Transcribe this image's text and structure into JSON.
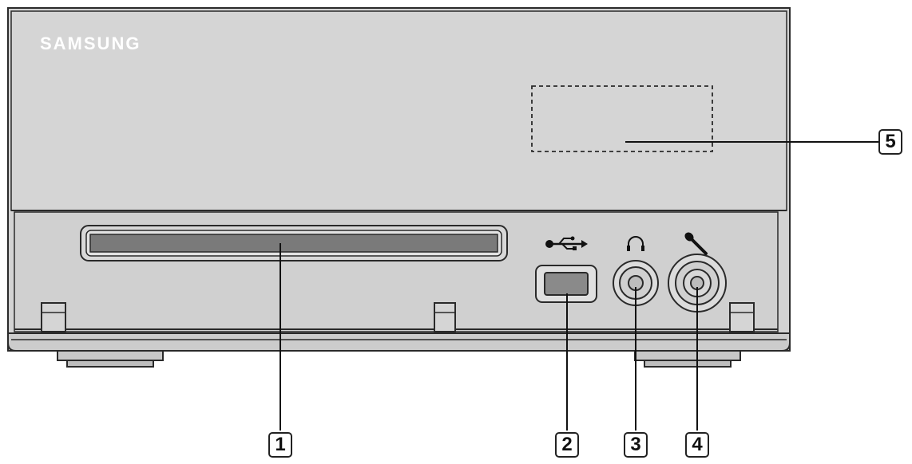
{
  "brand": {
    "logo_text": "SAMSUNG"
  },
  "colors": {
    "device_fill": "#d3d3d3",
    "outline": "#2a2a2a",
    "slot_fill": "#7a7a7a",
    "port_fill": "#8a8a8a",
    "jack_fill": "#bdbdbd",
    "background": "#ffffff"
  },
  "icons": {
    "usb": "usb-icon",
    "headphones": "headphones-icon",
    "microphone": "microphone-icon"
  },
  "callouts": [
    {
      "label": "1"
    },
    {
      "label": "2"
    },
    {
      "label": "3"
    },
    {
      "label": "4"
    },
    {
      "label": "5"
    }
  ]
}
